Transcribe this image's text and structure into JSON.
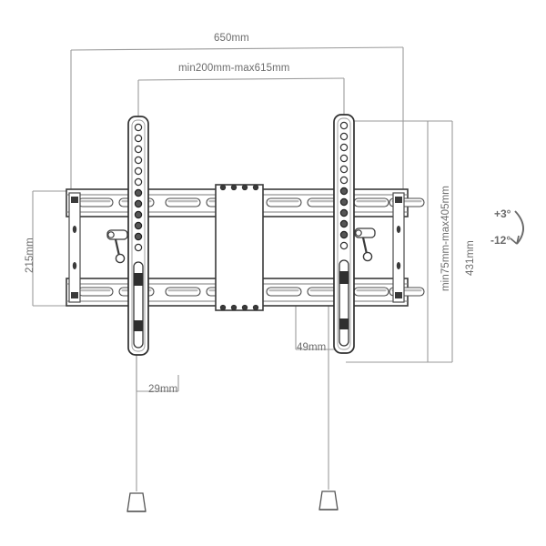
{
  "drawing": {
    "title": "TV Wall Mount Bracket Technical Drawing",
    "background_color": "#ffffff",
    "line_color": "#8a8a8a",
    "part_color": "#3a3a3a",
    "text_color": "#6d6d6d"
  },
  "dimensions": {
    "overall_width": "650mm",
    "rail_spacing_range": "min200mm-max615mm",
    "plate_height": "215mm",
    "overall_height": "431mm",
    "vertical_range": "min75mm-max405mm",
    "depth_min": "29mm",
    "depth_max": "49mm"
  },
  "tilt": {
    "up_label": "+3°",
    "down_label": "-12°",
    "arrow_name": "tilt-arc-arrow"
  },
  "icons": {
    "plumb_bob_left": "plumb-bob-icon",
    "plumb_bob_right": "plumb-bob-icon",
    "latch_left": "latch-lever-icon",
    "latch_right": "latch-lever-icon"
  }
}
